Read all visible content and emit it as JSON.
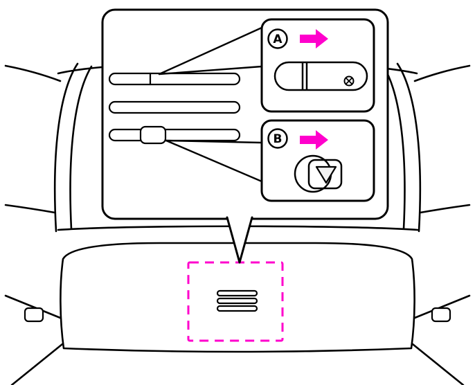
{
  "figure": {
    "kind": "vehicle-rear-tailgate-callout-diagram",
    "callouts": [
      {
        "id": "A",
        "label": "A",
        "arrow_icon": "right-arrow",
        "detail_icon": "key-cylinder-slot"
      },
      {
        "id": "B",
        "label": "B",
        "arrow_icon": "right-arrow",
        "detail_icon": "tailgate-close-button"
      }
    ],
    "highlight": {
      "style": "dashed-box",
      "icon": "vent-grille-lines"
    },
    "colors": {
      "accent": "#FF00CC",
      "line": "#000000",
      "background": "#FFFFFF",
      "button_gray": "#8F8F8F"
    }
  }
}
